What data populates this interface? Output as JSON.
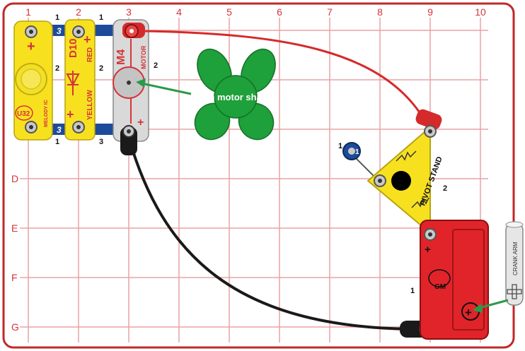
{
  "grid": {
    "columns": [
      "1",
      "2",
      "3",
      "4",
      "5",
      "6",
      "7",
      "8",
      "9",
      "10"
    ],
    "rows": [
      "D",
      "E",
      "F",
      "G"
    ]
  },
  "parts": {
    "u32": {
      "code": "U32",
      "name": "MELODY IC",
      "plus": "+"
    },
    "d10": {
      "code": "D10",
      "red": "RED",
      "yellow": "YELLOW",
      "plus": "+"
    },
    "m4": {
      "code": "M4",
      "name": "MOTOR",
      "plus": "+"
    },
    "pivot": {
      "name": "PIVOT STAND"
    },
    "gm": {
      "code": "GM",
      "plus": "+",
      "minus": "+"
    },
    "crank": {
      "name": "CRANK ARM"
    }
  },
  "fan_label": "on motor shaft",
  "level_labels": {
    "u32_top": "1",
    "u32_mid": "2",
    "u32_bot": "1",
    "d10_top": "1",
    "d10_mid": "2",
    "d10_bot": "3",
    "m4_mid": "2",
    "wire_top_3": "3",
    "wire_bot_3": "3",
    "post": "1",
    "pivot": "2",
    "gm": "1"
  },
  "post_symbol": "1",
  "colors": {
    "board_border": "#c0282b",
    "grid_line": "#e8a4a6",
    "label": "#d4343a",
    "snap_wire": "#1d4b9a",
    "yellow_part": "#f7e11f",
    "red_wire": "#d52a2a",
    "black_wire": "#1a1a1a",
    "fan": "#1ea03a",
    "gm_body": "#e0242a"
  }
}
